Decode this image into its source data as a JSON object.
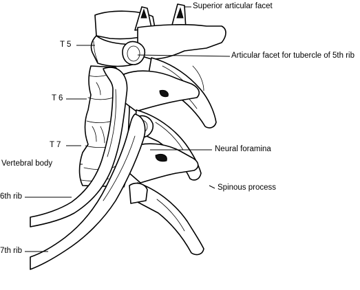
{
  "labels": {
    "superior_articular_facet": "Superior articular facet",
    "t5": "T 5",
    "articular_facet_tubercle": "Articular facet for tubercle of 5th rib",
    "t6": "T 6",
    "t7": "T 7",
    "vertebral_body": "Vertebral body",
    "neural_foramina": "Neural foramina",
    "rib6": "6th rib",
    "spinous_process": "Spinous process",
    "rib7": "7th rib"
  }
}
